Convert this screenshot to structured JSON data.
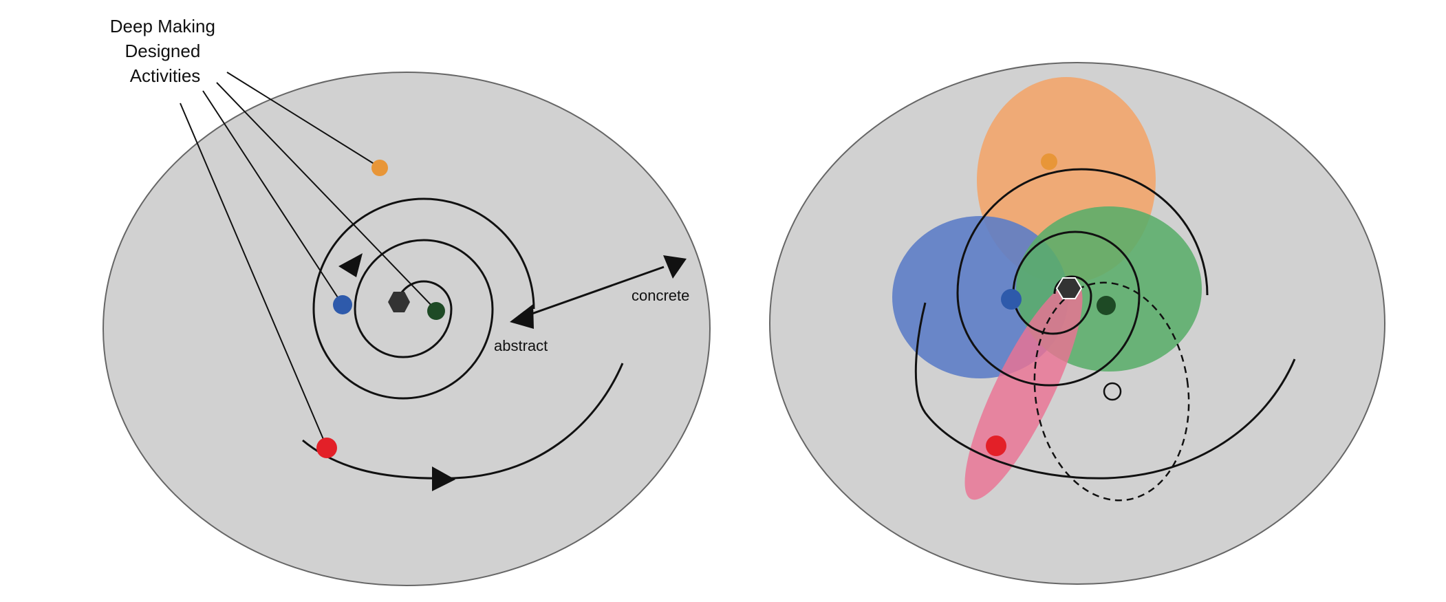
{
  "left_diagram": {
    "callout_lines": [
      "Deep Making",
      "Designed",
      "Activities"
    ],
    "axis_abstract": "abstract",
    "axis_concrete": "concrete"
  },
  "colors": {
    "background_ellipse": "#d1d1d1",
    "orange": "#e89638",
    "blue": "#2e5aab",
    "dark_green": "#1e4a25",
    "red": "#e32028",
    "orange_region": "#f2a56b",
    "blue_region": "#5d7dc7",
    "green_region": "#5aad6a",
    "pink_region": "#ea7394",
    "center_hexagon": "#333333"
  }
}
